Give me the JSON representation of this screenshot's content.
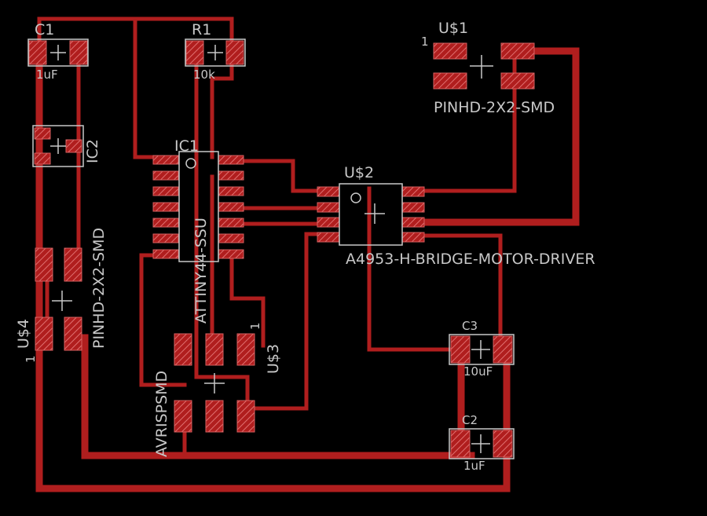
{
  "colors": {
    "background": "#000000",
    "trace": "#b01e1e",
    "pad": "#c84a4a",
    "silk": "#c8c8c8"
  },
  "labels": {
    "c1": "C1",
    "c1_val": "1uF",
    "r1": "R1",
    "r1_val": "10k",
    "ic2": "IC2",
    "ic1": "IC1",
    "ic1_val": "ATTINY44-SSU",
    "u1": "U$1",
    "u1_val": "PINHD-2X2-SMD",
    "u1_pin": "1",
    "u2": "U$2",
    "u2_val": "A4953-H-BRIDGE-MOTOR-DRIVER",
    "u4": "U$4",
    "u4_val": "PINHD-2X2-SMD",
    "u4_pin": "1",
    "u3": "U$3",
    "u3_pin": "1",
    "avr": "AVRISPSMD",
    "c3": "C3",
    "c3_val": "10uF",
    "c2": "C2",
    "c2_val": "1uF"
  }
}
